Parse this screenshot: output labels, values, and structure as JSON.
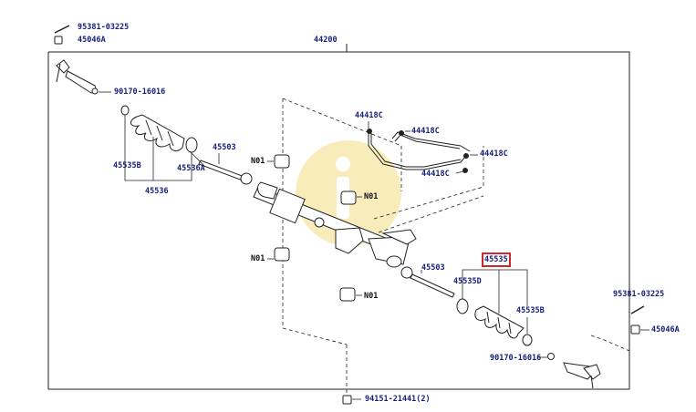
{
  "colors": {
    "part_number": "#16207a",
    "ref_label": "#111111",
    "highlight_box": "#d0262d",
    "line": "#222222",
    "watermark": "#f8ecbb"
  },
  "watermark": {
    "icon": "info-i-icon"
  },
  "labels": {
    "assembly": "44200",
    "bolt_top_left": "95381-03225",
    "nut_top_left": "45046A",
    "end_left_clip": "90170-16016",
    "band_left_b": "45535B",
    "boot_left": "45536",
    "band_left_a": "45536A",
    "rod_left": "45503",
    "tube_top": "44418C",
    "tube_upper_right": "44418C",
    "tube_right": "44418C",
    "tube_lower": "44418C",
    "mount_upper_left": "N01",
    "mount_upper_right": "N01",
    "mount_lower_left": "N01",
    "mount_lower_right": "N01",
    "rod_right": "45503",
    "boot_right_selected": "45535",
    "band_right_d": "45535D",
    "band_right_b": "45535B",
    "bolt_right": "95381-03225",
    "nut_right": "45046A",
    "end_right_clip": "90170-16016",
    "bolt_bottom": "94151-21441(2)"
  }
}
